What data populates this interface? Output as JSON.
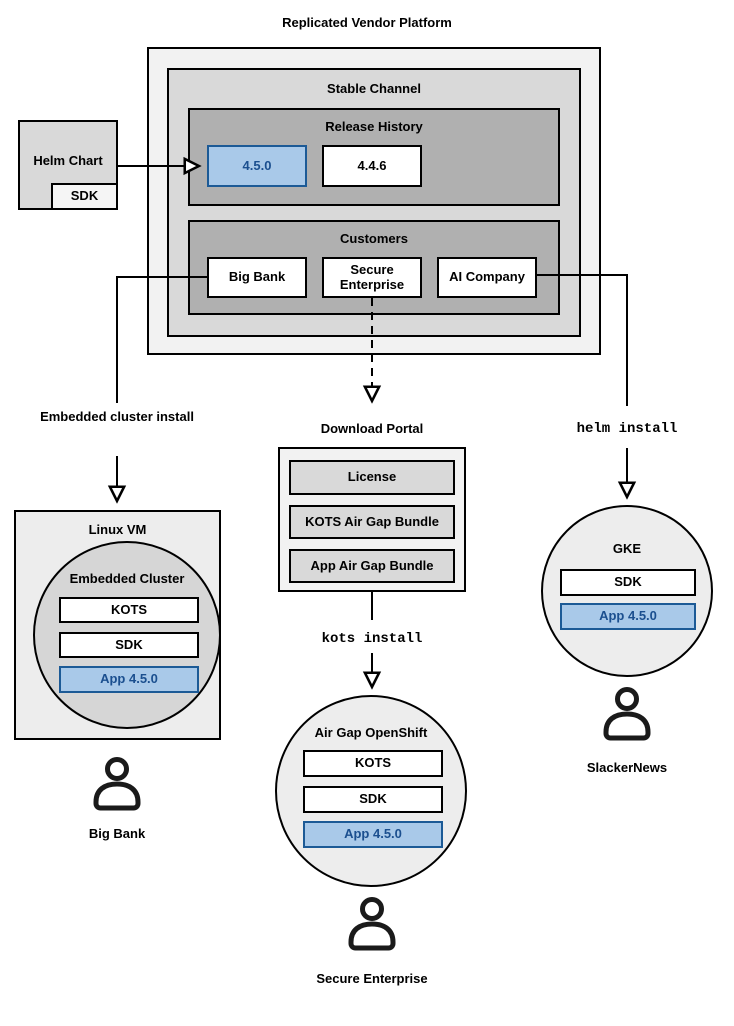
{
  "title": "Replicated Vendor Platform",
  "platform": {
    "channel": "Stable Channel",
    "release_history": {
      "label": "Release History",
      "releases": [
        {
          "version": "4.5.0",
          "highlighted": true
        },
        {
          "version": "4.4.6",
          "highlighted": false
        }
      ]
    },
    "customers": {
      "label": "Customers",
      "items": [
        {
          "name": "Big Bank"
        },
        {
          "name": "Secure Enterprise"
        },
        {
          "name": "AI Company"
        }
      ]
    }
  },
  "helm_chart": {
    "label": "Helm Chart",
    "sdk": "SDK"
  },
  "edges": {
    "embedded_cluster_install": "Embedded cluster install",
    "helm_install": "helm install",
    "kots_install": "kots install"
  },
  "download_portal": {
    "label": "Download Portal",
    "items": [
      {
        "name": "License"
      },
      {
        "name": "KOTS Air Gap Bundle"
      },
      {
        "name": "App Air Gap Bundle"
      }
    ]
  },
  "deployments": {
    "linux_vm": {
      "label": "Linux VM",
      "cluster": "Embedded Cluster",
      "components": [
        {
          "name": "KOTS",
          "highlighted": false
        },
        {
          "name": "SDK",
          "highlighted": false
        },
        {
          "name": "App 4.5.0",
          "highlighted": true
        }
      ],
      "user": "Big Bank"
    },
    "air_gap_openshift": {
      "label": "Air Gap OpenShift",
      "components": [
        {
          "name": "KOTS",
          "highlighted": false
        },
        {
          "name": "SDK",
          "highlighted": false
        },
        {
          "name": "App 4.5.0",
          "highlighted": true
        }
      ],
      "user": "Secure Enterprise"
    },
    "gke": {
      "label": "GKE",
      "components": [
        {
          "name": "SDK",
          "highlighted": false
        },
        {
          "name": "App 4.5.0",
          "highlighted": true
        }
      ],
      "user": "SlackerNews"
    }
  },
  "colors": {
    "highlight_fill": "#a9c9e9",
    "highlight_border": "#1c5a96",
    "highlight_text": "#1b4f8f",
    "container_light": "#f2f2f2",
    "container_mid": "#d9d9d9",
    "container_dark": "#b0b0b0",
    "line": "#000000"
  }
}
